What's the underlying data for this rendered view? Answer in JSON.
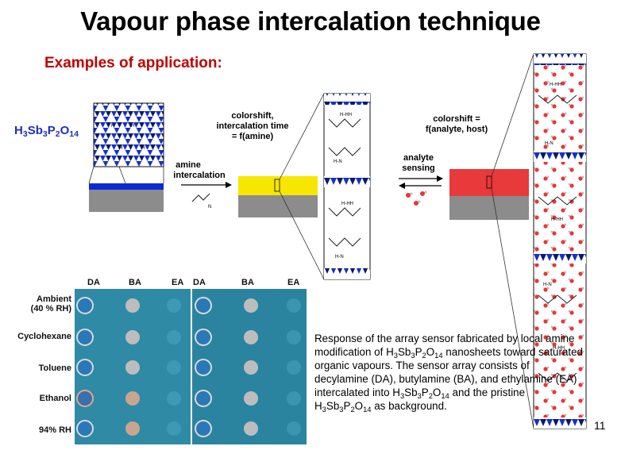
{
  "title": "Vapour phase intercalation technique",
  "subtitle": "Examples of application:",
  "host": {
    "main": "H",
    "parts": [
      "3",
      "Sb",
      "3",
      "P",
      "2",
      "O",
      "14"
    ]
  },
  "process": {
    "step1_line1": "amine",
    "step1_line2": "intercalation",
    "step2_line1": "colorshift,",
    "step2_line2": "intercalation time",
    "step2_line3": "= f(amine)",
    "step3_line1": "analyte",
    "step3_line2": "sensing",
    "step4_line1": "colorshift =",
    "step4_line2": "f(analyte, host)"
  },
  "molecule_labels": {
    "h": "H",
    "n": "N",
    "hh": "HH",
    "hn": "H-N",
    "hhh": "H-HH"
  },
  "array": {
    "columns": [
      "DA",
      "BA",
      "EA",
      "DA",
      "BA",
      "EA"
    ],
    "rows": [
      {
        "label_line1": "Ambient",
        "label_line2": "(40 % RH)"
      },
      {
        "label_line1": "Cyclohexane",
        "label_line2": ""
      },
      {
        "label_line1": "Toluene",
        "label_line2": ""
      },
      {
        "label_line1": "Ethanol",
        "label_line2": ""
      },
      {
        "label_line1": "94% RH",
        "label_line2": ""
      }
    ],
    "colors": {
      "background": "#2f8aa6",
      "spot_light": "#bdbdbd",
      "spot_dark": "#2a78b8"
    }
  },
  "caption": {
    "p1": "Response of the array sensor fabricated by local amine modification of ",
    "p2": " nanosheets toward saturated organic vapours. The sensor array consists of decylamine (DA), butylamine (BA), and ethylamine (EA) intercalated into ",
    "p3": " and the pristine ",
    "p4": " as background."
  },
  "page_number": "11",
  "colors": {
    "title": "#000000",
    "subtitle": "#c00000",
    "formula": "#1f2fbf",
    "layer_blue": "#0b2ad6",
    "layer_yellow": "#f7e600",
    "layer_red": "#e8393b",
    "substrate": "#8c8c8c"
  }
}
